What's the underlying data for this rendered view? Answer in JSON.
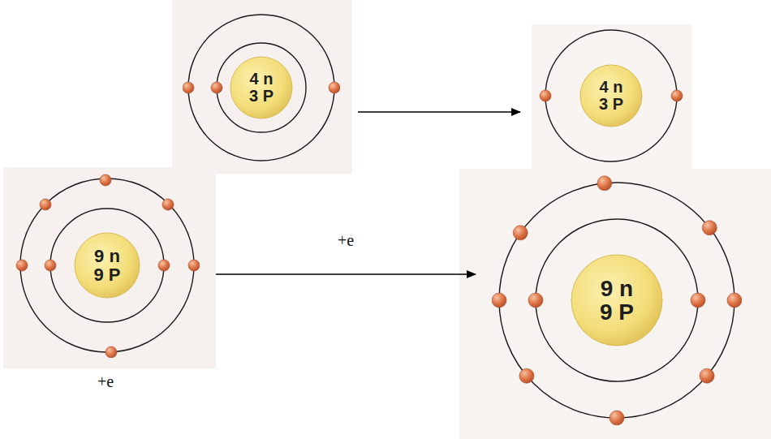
{
  "diagram": {
    "nodes": [
      {
        "text": [
          "4 n 3 P"
        ]
      },
      {
        "text": [
          "4 n 3 P"
        ]
      },
      {
        "text": [
          "9 n 9 P"
        ]
      },
      {
        "text": [
          "9 n 9 P"
        ]
      }
    ],
    "edges": [
      {
        "from": 0,
        "to": 1,
        "arrow": "to"
      },
      {
        "from": 2,
        "to": 3,
        "arrow": "to",
        "label": "+e"
      }
    ],
    "labels": [
      "+e"
    ]
  }
}
